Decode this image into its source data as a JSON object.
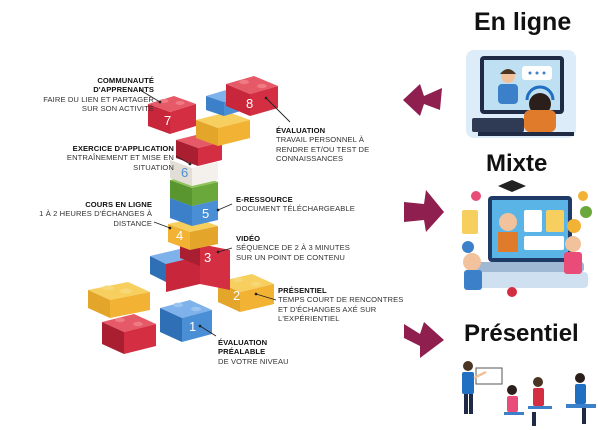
{
  "steps": [
    {
      "number": "1",
      "title": "ÉVALUATION PRÉALABLE",
      "description": "DE VOTRE NIVEAU",
      "color": "#4a8fd6"
    },
    {
      "number": "2",
      "title": "PRÉSENTIEL",
      "description": "TEMPS COURT DE RENCONTRES ET D'ÉCHANGES AXÉ SUR L'EXPÉRIENTIEL",
      "color": "#f2b233"
    },
    {
      "number": "3",
      "title": "VIDÉO",
      "description": "SÉQUENCE DE 2 À 3 MINUTES SUR UN POINT DE CONTENU",
      "color": "#d42e42"
    },
    {
      "number": "4",
      "title": "COURS EN LIGNE",
      "description": "1 À 2 HEURES D'ÉCHANGES À DISTANCE",
      "color": "#f2b233"
    },
    {
      "number": "5",
      "title": "E-RESSOURCE",
      "description": "DOCUMENT TÉLÉCHARGEABLE",
      "color": "#4a8fd6"
    },
    {
      "number": "6",
      "title": "EXERCICE D'APPLICATION",
      "description": "ENTRAÎNEMENT ET MISE EN SITUATION",
      "color": "#f4f1ec"
    },
    {
      "number": "7",
      "title": "COMMUNAUTÉ D'APPRENANTS",
      "description": "FAIRE DU LIEN ET PARTAGER SUR SON ACTIVITÉ",
      "color": "#d42e42"
    },
    {
      "number": "8",
      "title": "ÉVALUATION",
      "description": "TRAVAIL PERSONNEL À RENDRE ET/OU TEST DE CONNAISSANCES",
      "color": "#d42e42"
    }
  ],
  "modes": [
    {
      "label": "En ligne",
      "illustration": "online-learning-illustration"
    },
    {
      "label": "Mixte",
      "illustration": "blended-learning-illustration"
    },
    {
      "label": "Présentiel",
      "illustration": "classroom-illustration"
    }
  ],
  "colors": {
    "arrow": "#8e1f4e",
    "red": "#d42e42",
    "yellow": "#f2b233",
    "blue": "#4a8fd6",
    "green": "#6aa83c",
    "white": "#f4f1ec"
  }
}
